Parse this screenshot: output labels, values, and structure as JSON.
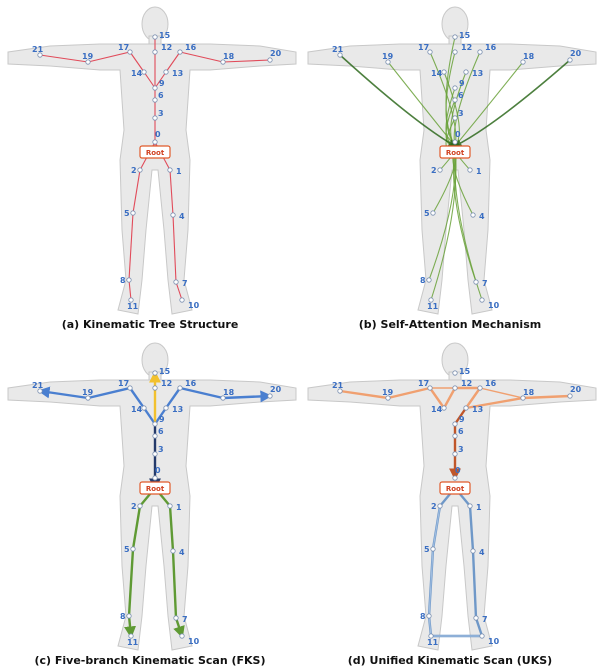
{
  "colors": {
    "body_fill": "#e9e9e9",
    "body_stroke": "#c8c8c8",
    "label_blue": "#3a6ec2",
    "tree_red": "#e14b5a",
    "attention_green": "#6aa23a",
    "attention_dark": "#2f6a1e",
    "branch_blue": "#4a7fd0",
    "branch_yellow": "#f2c12e",
    "branch_green": "#5f9a34",
    "branch_navy": "#243a6a",
    "uks_orange": "#f0a070",
    "uks_blue": "#6f98c8",
    "root_border": "#e05a2a"
  },
  "root_label": "Root",
  "joint_labels": [
    "0",
    "1",
    "2",
    "3",
    "4",
    "5",
    "6",
    "7",
    "8",
    "9",
    "10",
    "11",
    "12",
    "13",
    "14",
    "15",
    "16",
    "17",
    "18",
    "19",
    "20",
    "21"
  ],
  "panels": [
    {
      "id": "a",
      "caption": "(a) Kinematic Tree Structure"
    },
    {
      "id": "b",
      "caption": "(b) Self-Attention Mechanism"
    },
    {
      "id": "c",
      "caption": "(c) Five-branch Kinematic Scan (FKS)"
    },
    {
      "id": "d",
      "caption": "(d) Unified Kinematic Scan (UKS)"
    }
  ]
}
